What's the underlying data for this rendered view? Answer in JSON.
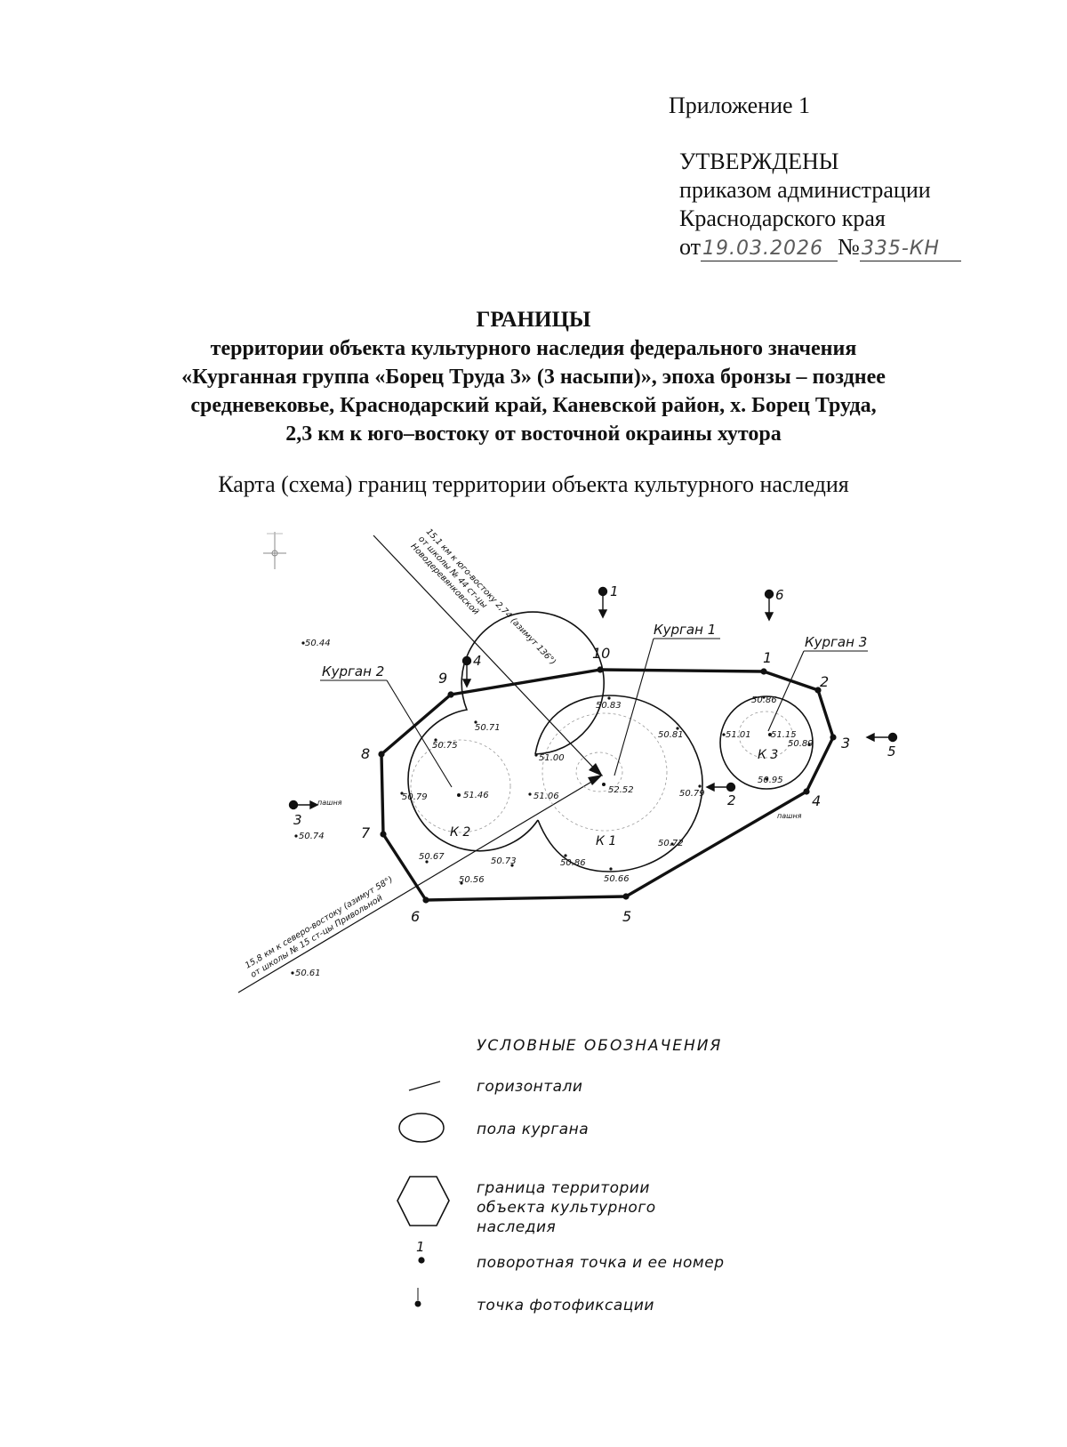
{
  "header": {
    "appendix": "Приложение 1",
    "approved": "УТВЕРЖДЕНЫ",
    "order_line1": "приказом администрации",
    "order_line2": "Краснодарского края",
    "date_prefix": "от",
    "date_value": "19.03.2026",
    "number_prefix": "№",
    "number_value": "335-КН"
  },
  "heading": {
    "title": "ГРАНИЦЫ",
    "line1": "территории объекта культурного наследия федерального значения",
    "line2": "«Курганная группа «Борец Труда 3» (3 насыпи)», эпоха бронзы – позднее",
    "line3": "средневековье, Краснодарский край, Каневской район, х. Борец Труда,",
    "line4": "2,3 км к юго–востоку от восточной окраины хутора"
  },
  "subtitle": "Карта (схема) границ территории объекта культурного наследия",
  "map": {
    "mound_labels": {
      "k1": "Курган 1",
      "k2": "Курган 2",
      "k3": "Курган 3",
      "k1_short": "К 1",
      "k2_short": "К 2",
      "k3_short": "К 3"
    },
    "boundary_points": [
      "1",
      "2",
      "3",
      "4",
      "5",
      "6",
      "7",
      "8",
      "9",
      "10"
    ],
    "photo_points": [
      "1",
      "2",
      "3",
      "4",
      "5",
      "6"
    ],
    "elevations": {
      "k1_top": "52.52",
      "k1_n": "50.83",
      "k1_ne": "50.81",
      "k1_e": "50.79",
      "k1_se": "50.72",
      "k1_s": "50.66",
      "k1_sw": "50.86",
      "k1_saddle": "51.00",
      "k2_top": "51.46",
      "k2_e": "51.06",
      "k2_nw": "50.75",
      "k2_n": "50.71",
      "k2_w": "50.79",
      "k2_sw": "50.67",
      "k2_s": "50.56",
      "k2_se": "50.73",
      "k3_top": "51.15",
      "k3_n": "50.86",
      "k3_w": "51.01",
      "k3_e": "50.89",
      "k3_s": "50.95",
      "out1": "50.44",
      "out2": "50.74",
      "out3": "50.61"
    },
    "field_label": "пашня",
    "ref_line1_a": "15,1 км к юго-востоку 2,74",
    "ref_line1_b": "от школы № 44 ст-цы",
    "ref_line1_c": "Новодеревянковской",
    "ref_line1_az": "(азимут 136°)",
    "ref_line2_a": "15,8 км к северо-востоку (азимут 58°)",
    "ref_line2_b": "от школы № 15 ст-цы Привольной"
  },
  "legend": {
    "title": "УСЛОВНЫЕ ОБОЗНАЧЕНИЯ",
    "contours": "горизонтали",
    "mound_floor": "пола кургана",
    "boundary_l1": "граница территории",
    "boundary_l2": "объекта культурного",
    "boundary_l3": "наследия",
    "turn_point_num": "1",
    "turn_point": "поворотная точка и ее номер",
    "photo_point": "точка фотофиксации"
  }
}
